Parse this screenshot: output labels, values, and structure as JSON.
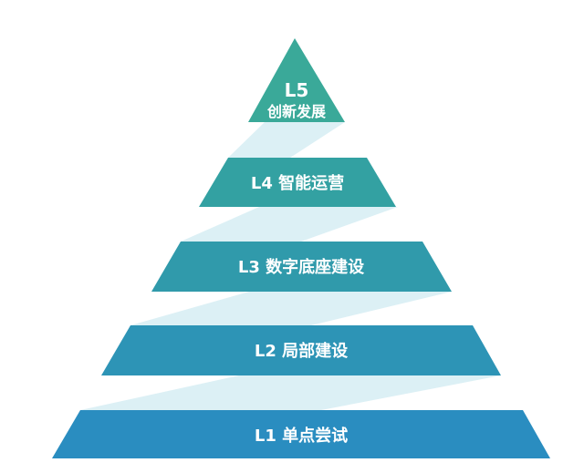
{
  "colors": {
    "band": "#dcf0f5",
    "level5": "#3aa999",
    "level4": "#33a1a2",
    "level3": "#309aab",
    "level2": "#2d94b6",
    "level1": "#2a8dc0"
  },
  "levels": [
    {
      "code": "L5",
      "title": "创新发展"
    },
    {
      "code": "L4",
      "title": "智能运营",
      "label": "L4 智能运营"
    },
    {
      "code": "L3",
      "title": "数字底座建设",
      "label": "L3 数字底座建设"
    },
    {
      "code": "L2",
      "title": "局部建设",
      "label": "L2 局部建设"
    },
    {
      "code": "L1",
      "title": "单点尝试",
      "label": "L1 单点尝试"
    }
  ]
}
